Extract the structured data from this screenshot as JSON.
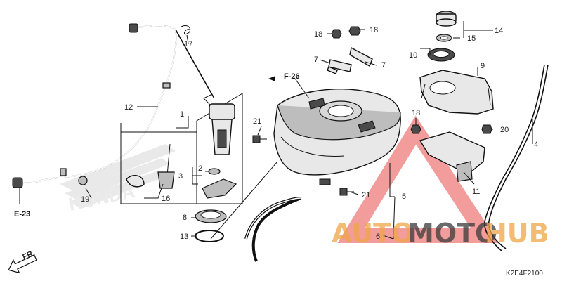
{
  "diagram": {
    "code": "K2E4F2100",
    "direction_label": "FR.",
    "ref_labels": {
      "f26": "F-26",
      "e23": "E-23"
    },
    "callouts": {
      "c1": "1",
      "c2": "2",
      "c3": "3",
      "c4": "4",
      "c5": "5",
      "c6": "6",
      "c7a": "7",
      "c7b": "7",
      "c8": "8",
      "c9": "9",
      "c10": "10",
      "c11": "11",
      "c12": "12",
      "c13": "13",
      "c14": "14",
      "c15": "15",
      "c16": "16",
      "c17": "17",
      "c18a": "18",
      "c18b": "18",
      "c18c": "18",
      "c19": "19",
      "c20": "20",
      "c21a": "21",
      "c21b": "21"
    },
    "watermark": {
      "part_a": "AUTO",
      "part_b": "MOTO",
      "part_c": "HUB",
      "color_a": "#f0a648",
      "color_b": "#3a3a3a",
      "triangle_color": "#e84a4a"
    },
    "background_logo": "HONDA"
  }
}
